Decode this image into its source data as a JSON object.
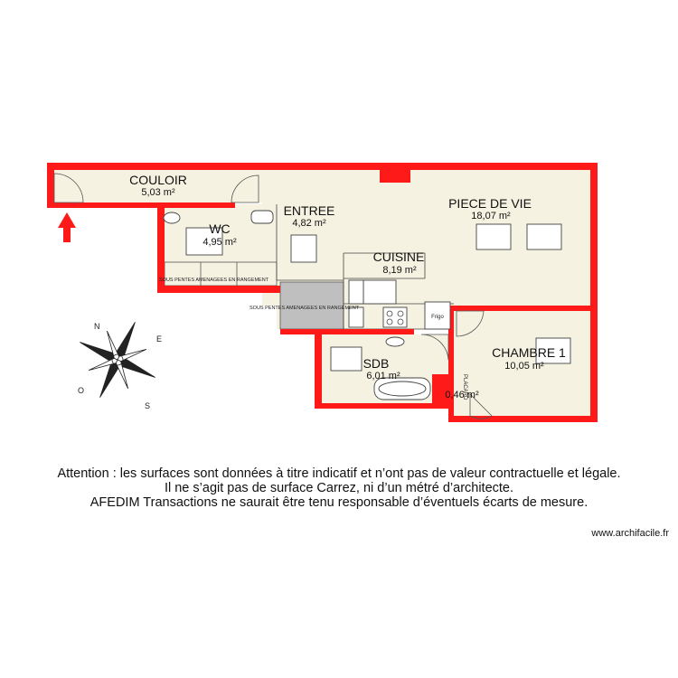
{
  "colors": {
    "wall": "#ff1a1a",
    "floor": "#f5f2e1",
    "storage": "#bfbfbf",
    "line": "#333333"
  },
  "rooms": {
    "couloir": {
      "name": "COULOIR",
      "area": "5,03 m²"
    },
    "wc": {
      "name": "WC",
      "area": "4,95 m²"
    },
    "entree": {
      "name": "ENTREE",
      "area": "4,82 m²"
    },
    "piece_de_vie": {
      "name": "PIECE DE VIE",
      "area": "18,07 m²"
    },
    "cuisine": {
      "name": "CUISINE",
      "area": "8,19 m²"
    },
    "chambre1": {
      "name": "CHAMBRE 1",
      "area": "10,05 m²"
    },
    "sdb": {
      "name": "SDB",
      "area": "6,01 m²"
    },
    "placard": {
      "name": "PLACARD",
      "area": "0,46 m²"
    }
  },
  "labels": {
    "sous_pentes_1": "SOUS  PENTES AMENAGEES EN RANGEMENT",
    "sous_pentes_2": "SOUS PENTES AMENAGEES EN RANGEMENT",
    "appliance": "Frigo"
  },
  "compass": {
    "n": "N",
    "e": "E",
    "s": "S",
    "o": "O"
  },
  "entrance_icon": "red-up-arrow-icon",
  "disclaimer": {
    "line1": "Attention : les surfaces sont données à titre indicatif et n’ont pas de valeur contractuelle et légale.",
    "line2": "Il ne s’agit pas de surface Carrez, ni d’un métré d’architecte.",
    "line3": "AFEDIM Transactions ne saurait être tenu responsable d’éventuels écarts de mesure."
  },
  "website": "www.archifacile.fr"
}
